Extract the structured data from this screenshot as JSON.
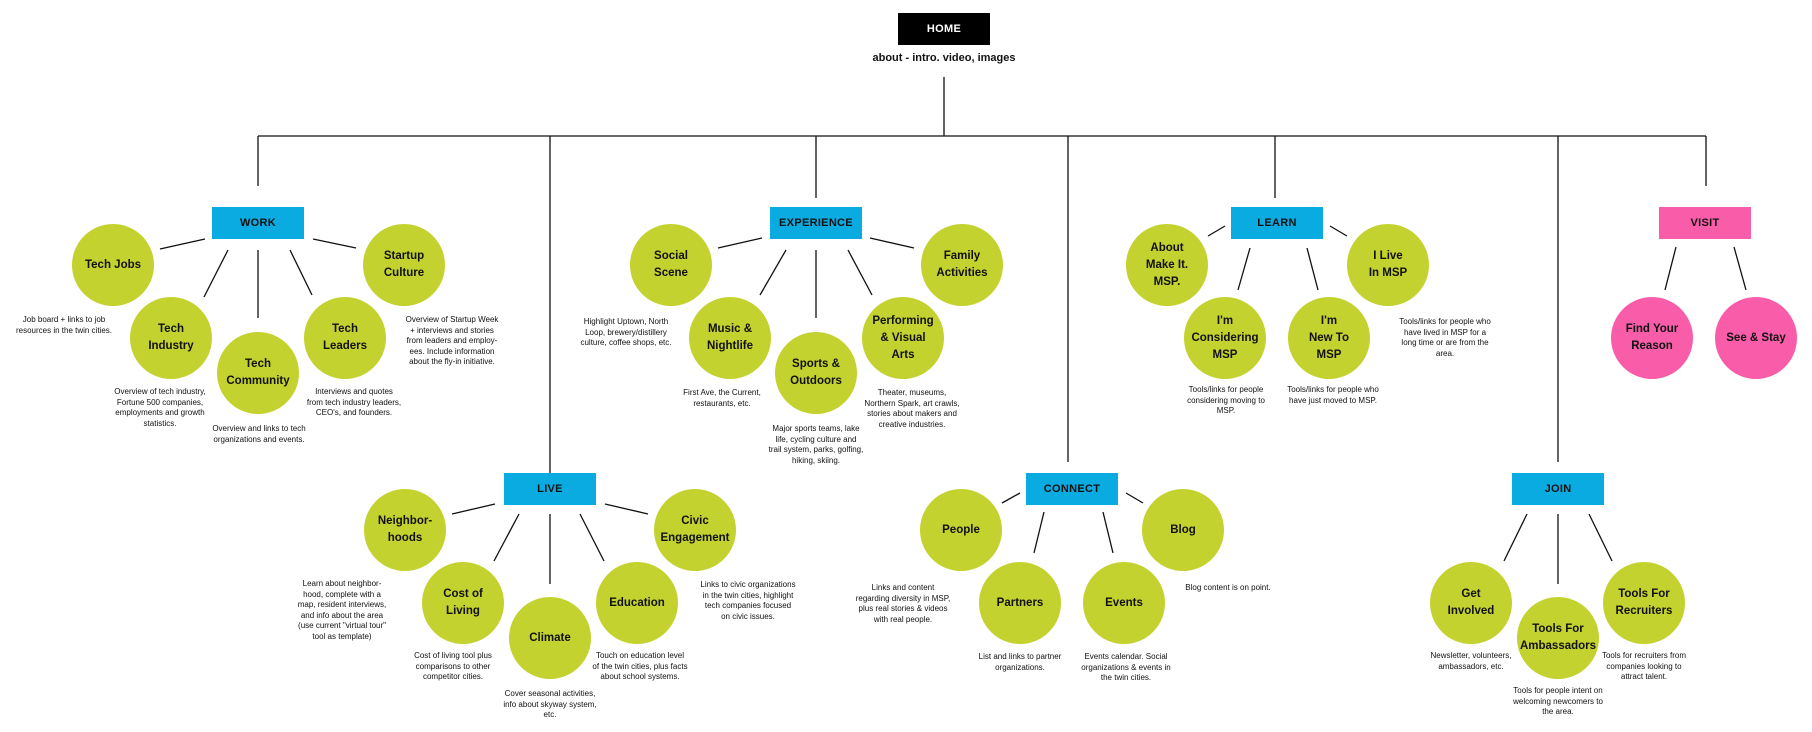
{
  "home": {
    "label": "HOME",
    "subtitle": "about - intro. video, images"
  },
  "colors": {
    "section_blue": "#0aabe0",
    "visit_pink": "#f95da9",
    "circle_green": "#c3d22e",
    "home_black": "#000000"
  },
  "sections": {
    "work": "WORK",
    "experience": "EXPERIENCE",
    "learn": "LEARN",
    "visit": "VISIT",
    "live": "LIVE",
    "connect": "CONNECT",
    "join": "JOIN"
  },
  "nodes": {
    "tech_jobs": "Tech Jobs",
    "tech_industry": "Tech\nIndustry",
    "tech_community": "Tech\nCommunity",
    "tech_leaders": "Tech\nLeaders",
    "startup_culture": "Startup\nCulture",
    "social_scene": "Social\nScene",
    "music_nightlife": "Music &\nNightlife",
    "sports_outdoors": "Sports &\nOutdoors",
    "performing_arts": "Performing\n& Visual\nArts",
    "family_activities": "Family\nActivities",
    "about_makeit": "About\nMake It.\nMSP.",
    "considering_msp": "I'm\nConsidering\nMSP",
    "new_to_msp": "I'm\nNew To\nMSP",
    "live_in_msp": "I Live\nIn MSP",
    "find_your_reason": "Find Your\nReason",
    "see_and_stay": "See & Stay",
    "neighborhoods": "Neighbor-\nhoods",
    "cost_of_living": "Cost of\nLiving",
    "climate": "Climate",
    "education": "Education",
    "civic_engagement": "Civic\nEngagement",
    "people": "People",
    "partners": "Partners",
    "events": "Events",
    "blog": "Blog",
    "get_involved": "Get\nInvolved",
    "tools_ambassadors": "Tools For\nAmbassadors",
    "tools_recruiters": "Tools For\nRecruiters"
  },
  "notes": {
    "tech_jobs": "Job board + links to job\nresources in the twin cities.",
    "tech_industry": "Overview of tech industry,\nFortune 500 companies,\nemployments and growth\nstatistics.",
    "tech_community": "Overview and links to tech\norganizations and events.",
    "tech_leaders": "Interviews and quotes\nfrom tech industry leaders,\nCEO's, and founders.",
    "startup_culture": "Overview of Startup Week\n+ interviews and stories\nfrom leaders and employ-\nees. Include information\nabout the fly-in initiative.",
    "social_scene": "Highlight Uptown, North\nLoop, brewery/distillery\nculture, coffee shops, etc.",
    "music_nightlife": "First Ave, the Current,\nrestaurants, etc.",
    "sports_outdoors": "Major sports teams, lake\nlife, cycling culture and\ntrail system, parks, golfing,\nhiking, skiing.",
    "performing_arts": "Theater, museums,\nNorthern Spark, art crawls,\nstories about makers and\ncreative industries.",
    "considering_msp": "Tools/links for people\nconsidering moving to\nMSP.",
    "new_to_msp": "Tools/links for people who\nhave just moved to MSP.",
    "live_in_msp": "Tools/links for people who\nhave lived in MSP for a\nlong time or are from the\narea.",
    "neighborhoods": "Learn about neighbor-\nhood, complete with a\nmap, resident interviews,\nand info about the area\n(use current \"virtual tour\"\ntool as template)",
    "cost_of_living": "Cost of living tool plus\ncomparisons to other\ncompetitor cities.",
    "climate": "Cover seasonal activities,\ninfo about skyway system,\netc.",
    "education": "Touch on education level\nof the twin cities, plus facts\nabout school systems.",
    "civic_engagement": "Links to civic organizations\nin the twin cities, highlight\ntech companies focused\non civic issues.",
    "people": "Links and content\nregarding diversity in MSP,\nplus real stories & videos\nwith real people.",
    "partners": "List and links to partner\norganizations.",
    "events": "Events calendar. Social\norganizations & events in\nthe twin cities.",
    "blog": "Blog content is on point.",
    "get_involved": "Newsletter, volunteers,\nambassadors, etc.",
    "tools_ambassadors": "Tools for people intent on\nwelcoming newcomers to\nthe area.",
    "tools_recruiters": "Tools for recruiters from\ncompanies looking to\nattract talent."
  }
}
